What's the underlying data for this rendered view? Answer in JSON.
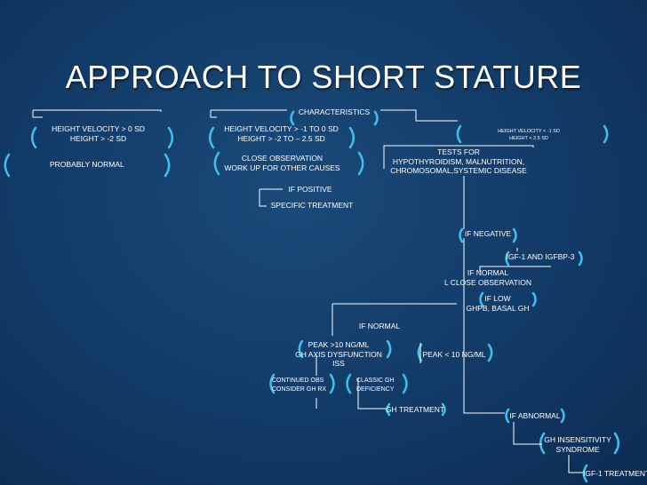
{
  "title": "APPROACH TO SHORT STATURE",
  "colors": {
    "background": "#123a66",
    "connector": "#ffffff",
    "bracket": "#3fc0ee",
    "text": "#ffffff"
  },
  "nodes": {
    "characteristics": "CHARACTERISTICS",
    "hv_normal": [
      "HEIGHT VELOCITY > 0 SD",
      "HEIGHT > -2 SD"
    ],
    "probably_normal": "PROBABLY NORMAL",
    "hv_mid": [
      "HEIGHT VELOCITY > -1 TO 0 SD",
      "HEIGHT > -2   TO – 2.5 SD"
    ],
    "close_observation": [
      "CLOSE OBSERVATION",
      "WORK UP FOR OTHER CAUSES"
    ],
    "if_positive": "IF POSITIVE",
    "specific_treatment": "SPECIFIC TREATMENT",
    "hv_low": [
      "HEIGHT VELOCITY < -1 SD",
      "HEIGHT < 2.5 SD"
    ],
    "tests_for": [
      "TESTS FOR",
      "HYPOTHYROIDISM, MALNUTRITION,",
      "CHROMOSOMAL,SYSTEMIC DISEASE"
    ],
    "if_negative": "IF NEGATIVE",
    "igf1_igfbp3": "IGF-1 AND IGFBP-3",
    "if_normal_1": [
      "IF NORMAL",
      "L CLOSE OBSERVATION"
    ],
    "if_low": [
      "IF LOW",
      "GHPB, BASAL GH"
    ],
    "if_normal_2": "IF NORMAL",
    "peak_high": [
      "PEAK >10 NG/ML",
      "GH AXIS DYSFUNCTION",
      "ISS"
    ],
    "peak_low": "PEAK < 10 NG/ML",
    "continued_obs": [
      "CONTINUED OBS",
      "CONSIDER GH RX"
    ],
    "classic_gh": [
      "CLASSIC GH",
      "DEFICIENCY"
    ],
    "gh_treatment": "GH TREATMENT",
    "if_abnormal": "IF ABNORMAL",
    "gh_insensitivity": [
      "GH INSENSITIVITY",
      "SYNDROME"
    ],
    "igf1_treatment": "IGF-1 TREATMENT"
  }
}
